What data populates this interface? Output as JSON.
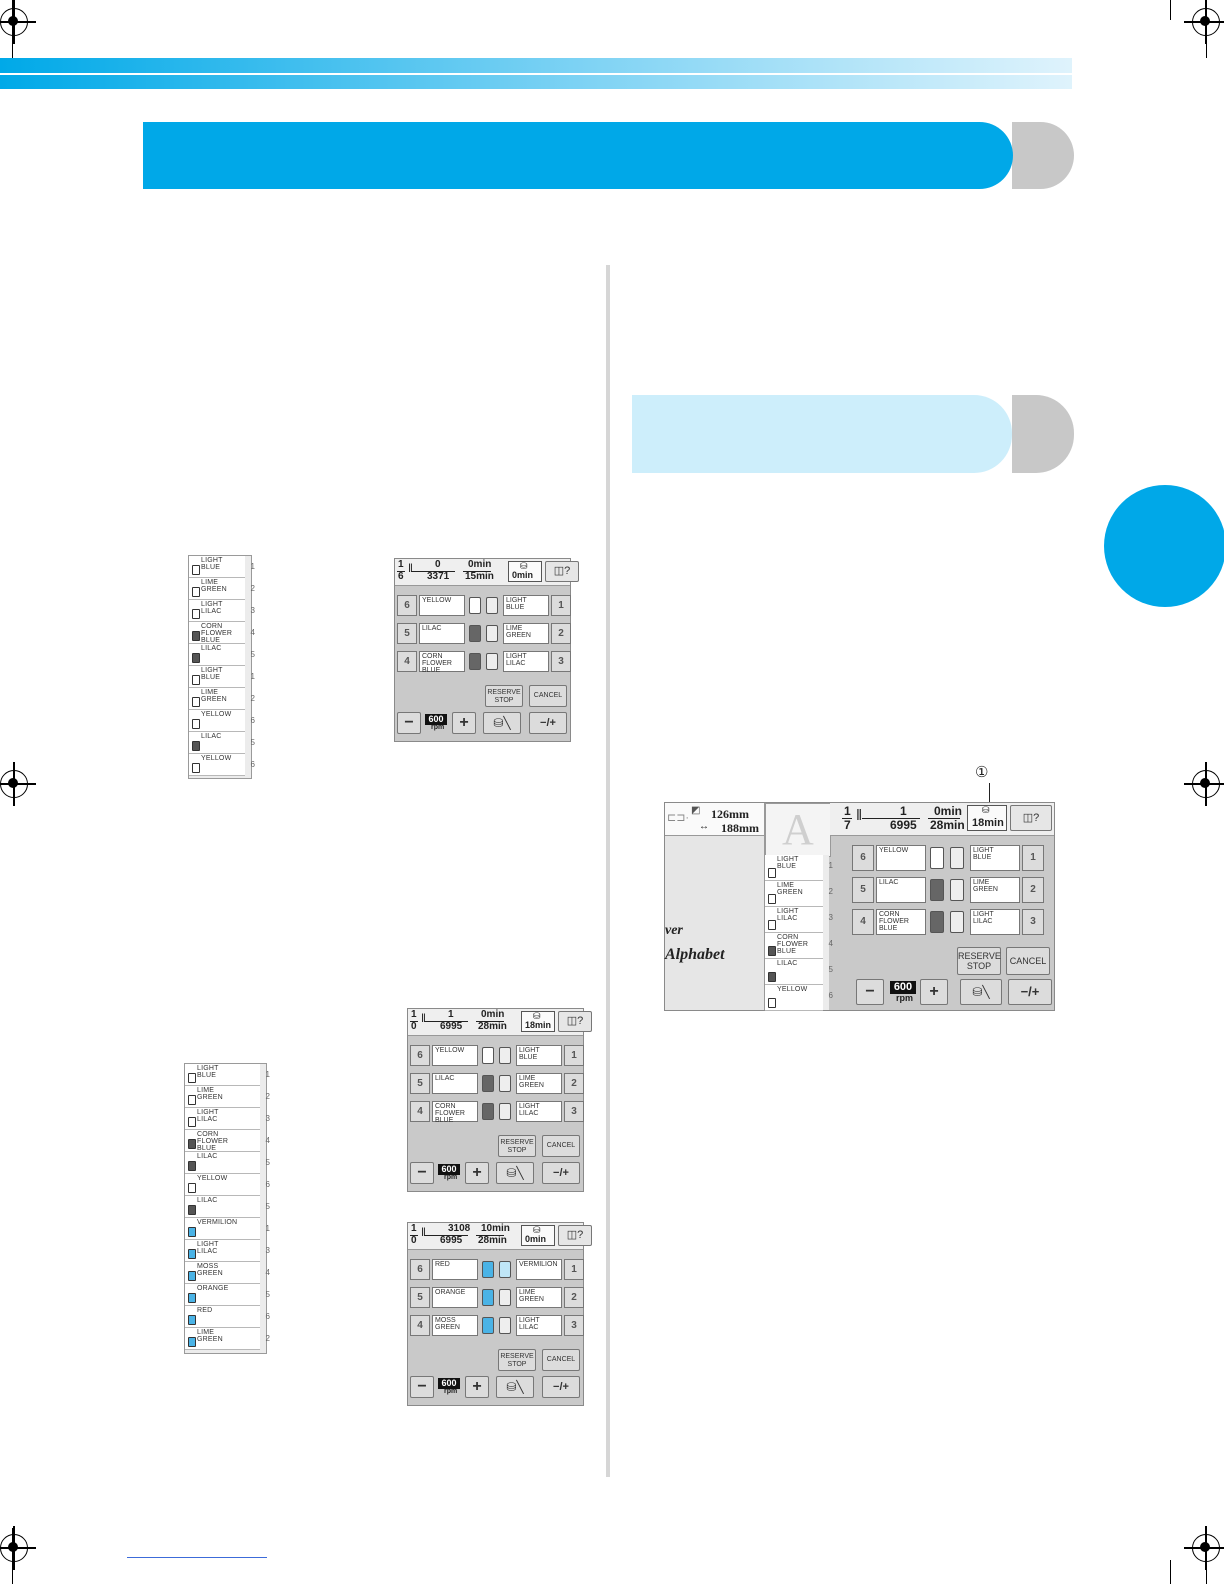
{
  "colors": {
    "accent": "#00a8e8",
    "sub_header": "#cdeefb",
    "cap_gray": "#c8c8c8",
    "spool_blue": "#4ab3e6"
  },
  "list1": [
    {
      "label": "LIGHT\nBLUE",
      "num": "1"
    },
    {
      "label": "LIME\nGREEN",
      "num": "2"
    },
    {
      "label": "LIGHT\nLILAC",
      "num": "3"
    },
    {
      "label": "CORN\nFLOWER\nBLUE",
      "num": "4"
    },
    {
      "label": "LILAC",
      "num": "5"
    },
    {
      "label": "LIGHT\nBLUE",
      "num": "1"
    },
    {
      "label": "LIME\nGREEN",
      "num": "2"
    },
    {
      "label": "YELLOW",
      "num": "6"
    },
    {
      "label": "LILAC",
      "num": "5"
    },
    {
      "label": "YELLOW",
      "num": "6"
    }
  ],
  "list2": [
    {
      "label": "LIGHT\nBLUE",
      "num": "1"
    },
    {
      "label": "LIME\nGREEN",
      "num": "2"
    },
    {
      "label": "LIGHT\nLILAC",
      "num": "3"
    },
    {
      "label": "CORN\nFLOWER\nBLUE",
      "num": "4"
    },
    {
      "label": "LILAC",
      "num": "5"
    },
    {
      "label": "YELLOW",
      "num": "6"
    },
    {
      "label": "LILAC",
      "num": "5"
    },
    {
      "label": "VERMILION",
      "num": "1"
    },
    {
      "label": "LIGHT\nLILAC",
      "num": "3"
    },
    {
      "label": "MOSS\nGREEN",
      "num": "4"
    },
    {
      "label": "ORANGE",
      "num": "5"
    },
    {
      "label": "RED",
      "num": "6"
    },
    {
      "label": "LIME\nGREEN",
      "num": "2"
    }
  ],
  "panel1": {
    "needle_top": "1",
    "needle_bot": "6",
    "stitch_top": "0",
    "stitch_bot": "3371",
    "time_top": "0min",
    "time_bot": "15min",
    "stop_time": "0min",
    "rows": [
      {
        "left_num": "6",
        "left_label": "YELLOW",
        "right_label": "LIGHT\nBLUE",
        "right_num": "1"
      },
      {
        "left_num": "5",
        "left_label": "LILAC",
        "right_label": "LIME\nGREEN",
        "right_num": "2"
      },
      {
        "left_num": "4",
        "left_label": "CORN\nFLOWER\nBLUE",
        "right_label": "LIGHT\nLILAC",
        "right_num": "3"
      }
    ],
    "reserve": "RESERVE\nSTOP",
    "cancel": "CANCEL",
    "minus": "−",
    "plus": "+",
    "speed": "600",
    "rpm": "rpm",
    "needle_btn": "−/+"
  },
  "panel2": {
    "needle_top": "1",
    "needle_bot": "0",
    "stitch_top": "1",
    "stitch_bot": "6995",
    "time_top": "0min",
    "time_bot": "28min",
    "stop_time": "18min",
    "rows": [
      {
        "left_num": "6",
        "left_label": "YELLOW",
        "right_label": "LIGHT\nBLUE",
        "right_num": "1"
      },
      {
        "left_num": "5",
        "left_label": "LILAC",
        "right_label": "LIME\nGREEN",
        "right_num": "2"
      },
      {
        "left_num": "4",
        "left_label": "CORN\nFLOWER\nBLUE",
        "right_label": "LIGHT\nLILAC",
        "right_num": "3"
      }
    ],
    "reserve": "RESERVE\nSTOP",
    "cancel": "CANCEL",
    "minus": "−",
    "plus": "+",
    "speed": "600",
    "rpm": "rpm",
    "needle_btn": "−/+"
  },
  "panel3": {
    "needle_top": "1",
    "needle_bot": "0",
    "stitch_top": "3108",
    "stitch_bot": "6995",
    "time_top": "10min",
    "time_bot": "28min",
    "stop_time": "0min",
    "rows": [
      {
        "left_num": "6",
        "left_label": "RED",
        "right_label": "VERMILION",
        "right_num": "1"
      },
      {
        "left_num": "5",
        "left_label": "ORANGE",
        "right_label": "LIME\nGREEN",
        "right_num": "2"
      },
      {
        "left_num": "4",
        "left_label": "MOSS\nGREEN",
        "right_label": "LIGHT\nLILAC",
        "right_num": "3"
      }
    ],
    "reserve": "RESERVE\nSTOP",
    "cancel": "CANCEL",
    "minus": "−",
    "plus": "+",
    "speed": "600",
    "rpm": "rpm",
    "needle_btn": "−/+"
  },
  "big": {
    "callout": "①",
    "height": "126mm",
    "width": "188mm",
    "letter": "A",
    "preview_text_1": "ver",
    "preview_text_2": "Alphabet",
    "needle_top": "1",
    "needle_bot": "7",
    "stitch_top": "1",
    "stitch_bot": "6995",
    "time_top": "0min",
    "time_bot": "28min",
    "stop_time": "18min",
    "list": [
      {
        "label": "LIGHT\nBLUE",
        "num": "1"
      },
      {
        "label": "LIME\nGREEN",
        "num": "2"
      },
      {
        "label": "LIGHT\nLILAC",
        "num": "3"
      },
      {
        "label": "CORN\nFLOWER\nBLUE",
        "num": "4"
      },
      {
        "label": "LILAC",
        "num": "5"
      },
      {
        "label": "YELLOW",
        "num": "6"
      }
    ],
    "rows": [
      {
        "left_num": "6",
        "left_label": "YELLOW",
        "right_label": "LIGHT\nBLUE",
        "right_num": "1"
      },
      {
        "left_num": "5",
        "left_label": "LILAC",
        "right_label": "LIME\nGREEN",
        "right_num": "2"
      },
      {
        "left_num": "4",
        "left_label": "CORN\nFLOWER\nBLUE",
        "right_label": "LIGHT\nLILAC",
        "right_num": "3"
      }
    ],
    "reserve": "RESERVE\nSTOP",
    "cancel": "CANCEL",
    "minus": "−",
    "plus": "+",
    "speed": "600",
    "rpm": "rpm",
    "needle_btn": "−/+"
  }
}
